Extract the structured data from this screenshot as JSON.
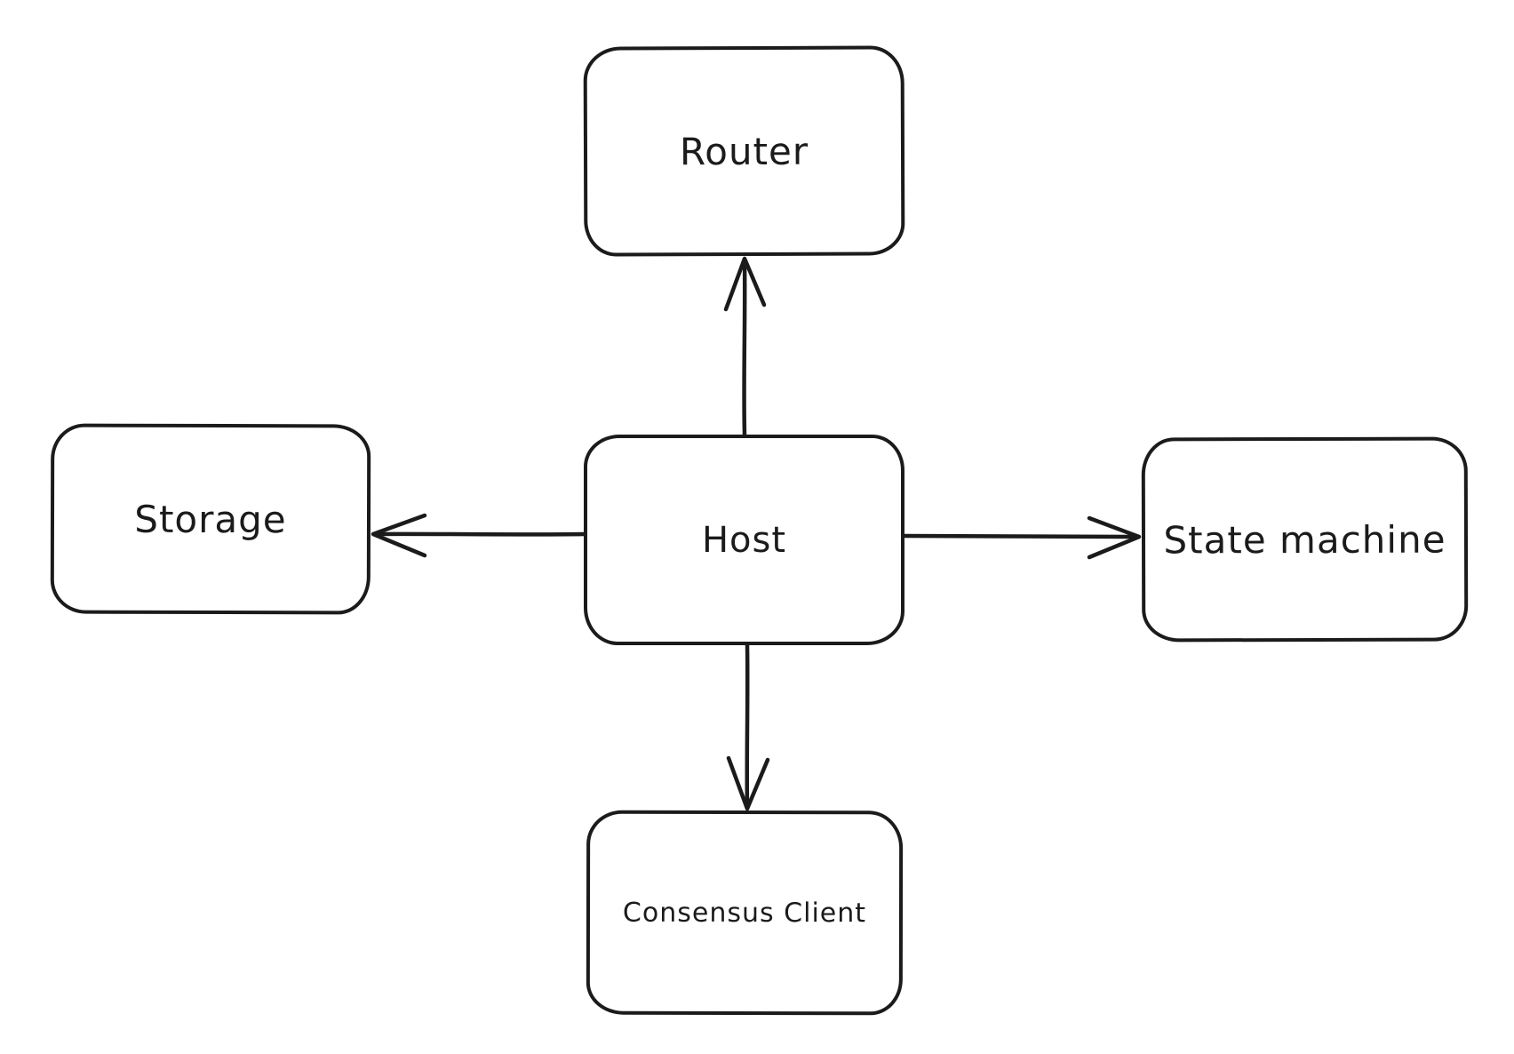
{
  "diagram": {
    "background_color": "#ffffff",
    "stroke_color": "#1b1b1b",
    "style": "hand-drawn whiteboard sketch",
    "nodes": {
      "router": {
        "label": "Router"
      },
      "storage": {
        "label": "Storage"
      },
      "host": {
        "label": "Host"
      },
      "state_machine": {
        "label": "State machine"
      },
      "consensus_client": {
        "label": "Consensus Client"
      }
    },
    "edges": [
      {
        "from": "host",
        "to": "router",
        "direction": "up",
        "arrowhead": "open-v"
      },
      {
        "from": "host",
        "to": "storage",
        "direction": "left",
        "arrowhead": "open-v"
      },
      {
        "from": "host",
        "to": "state_machine",
        "direction": "right",
        "arrowhead": "open-v"
      },
      {
        "from": "host",
        "to": "consensus_client",
        "direction": "down",
        "arrowhead": "open-v"
      }
    ]
  }
}
